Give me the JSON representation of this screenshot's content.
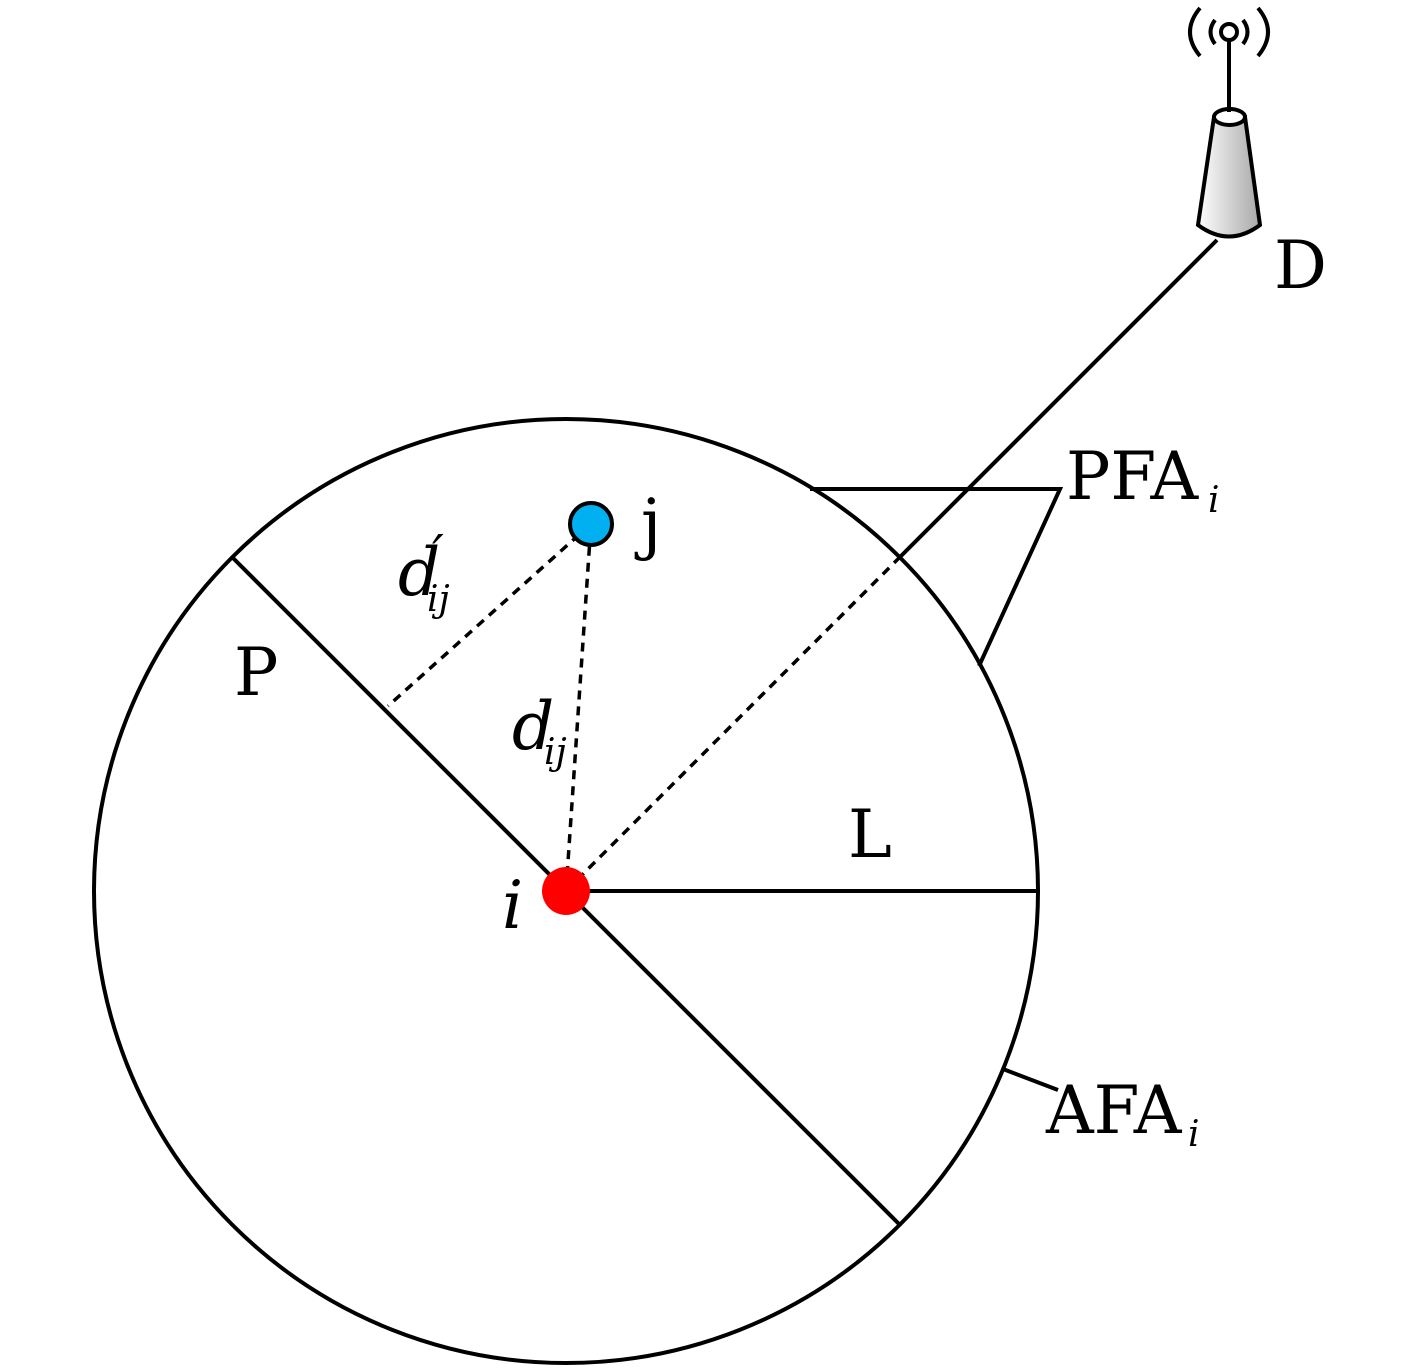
{
  "labels": {
    "base_station": "D",
    "pfa_main": "PFA",
    "pfa_sub": "i",
    "afa_main": "AFA",
    "afa_sub": "i",
    "node_i": "i",
    "node_j": "j",
    "region_p": "P",
    "radius_l": "L",
    "distance_d": "d",
    "distance_d_sub": "ij",
    "distance_d_prime": "d",
    "distance_d_prime_mark": "′",
    "distance_d_prime_sub": "ij"
  },
  "colors": {
    "node_i": "#ff0000",
    "node_j": "#00b0f0",
    "stroke": "#000000",
    "tower_light": "#ffffff",
    "tower_dark": "#a8a8a8"
  },
  "icons": {
    "base_station": "antenna-tower-icon",
    "signal": "radio-waves-icon"
  }
}
